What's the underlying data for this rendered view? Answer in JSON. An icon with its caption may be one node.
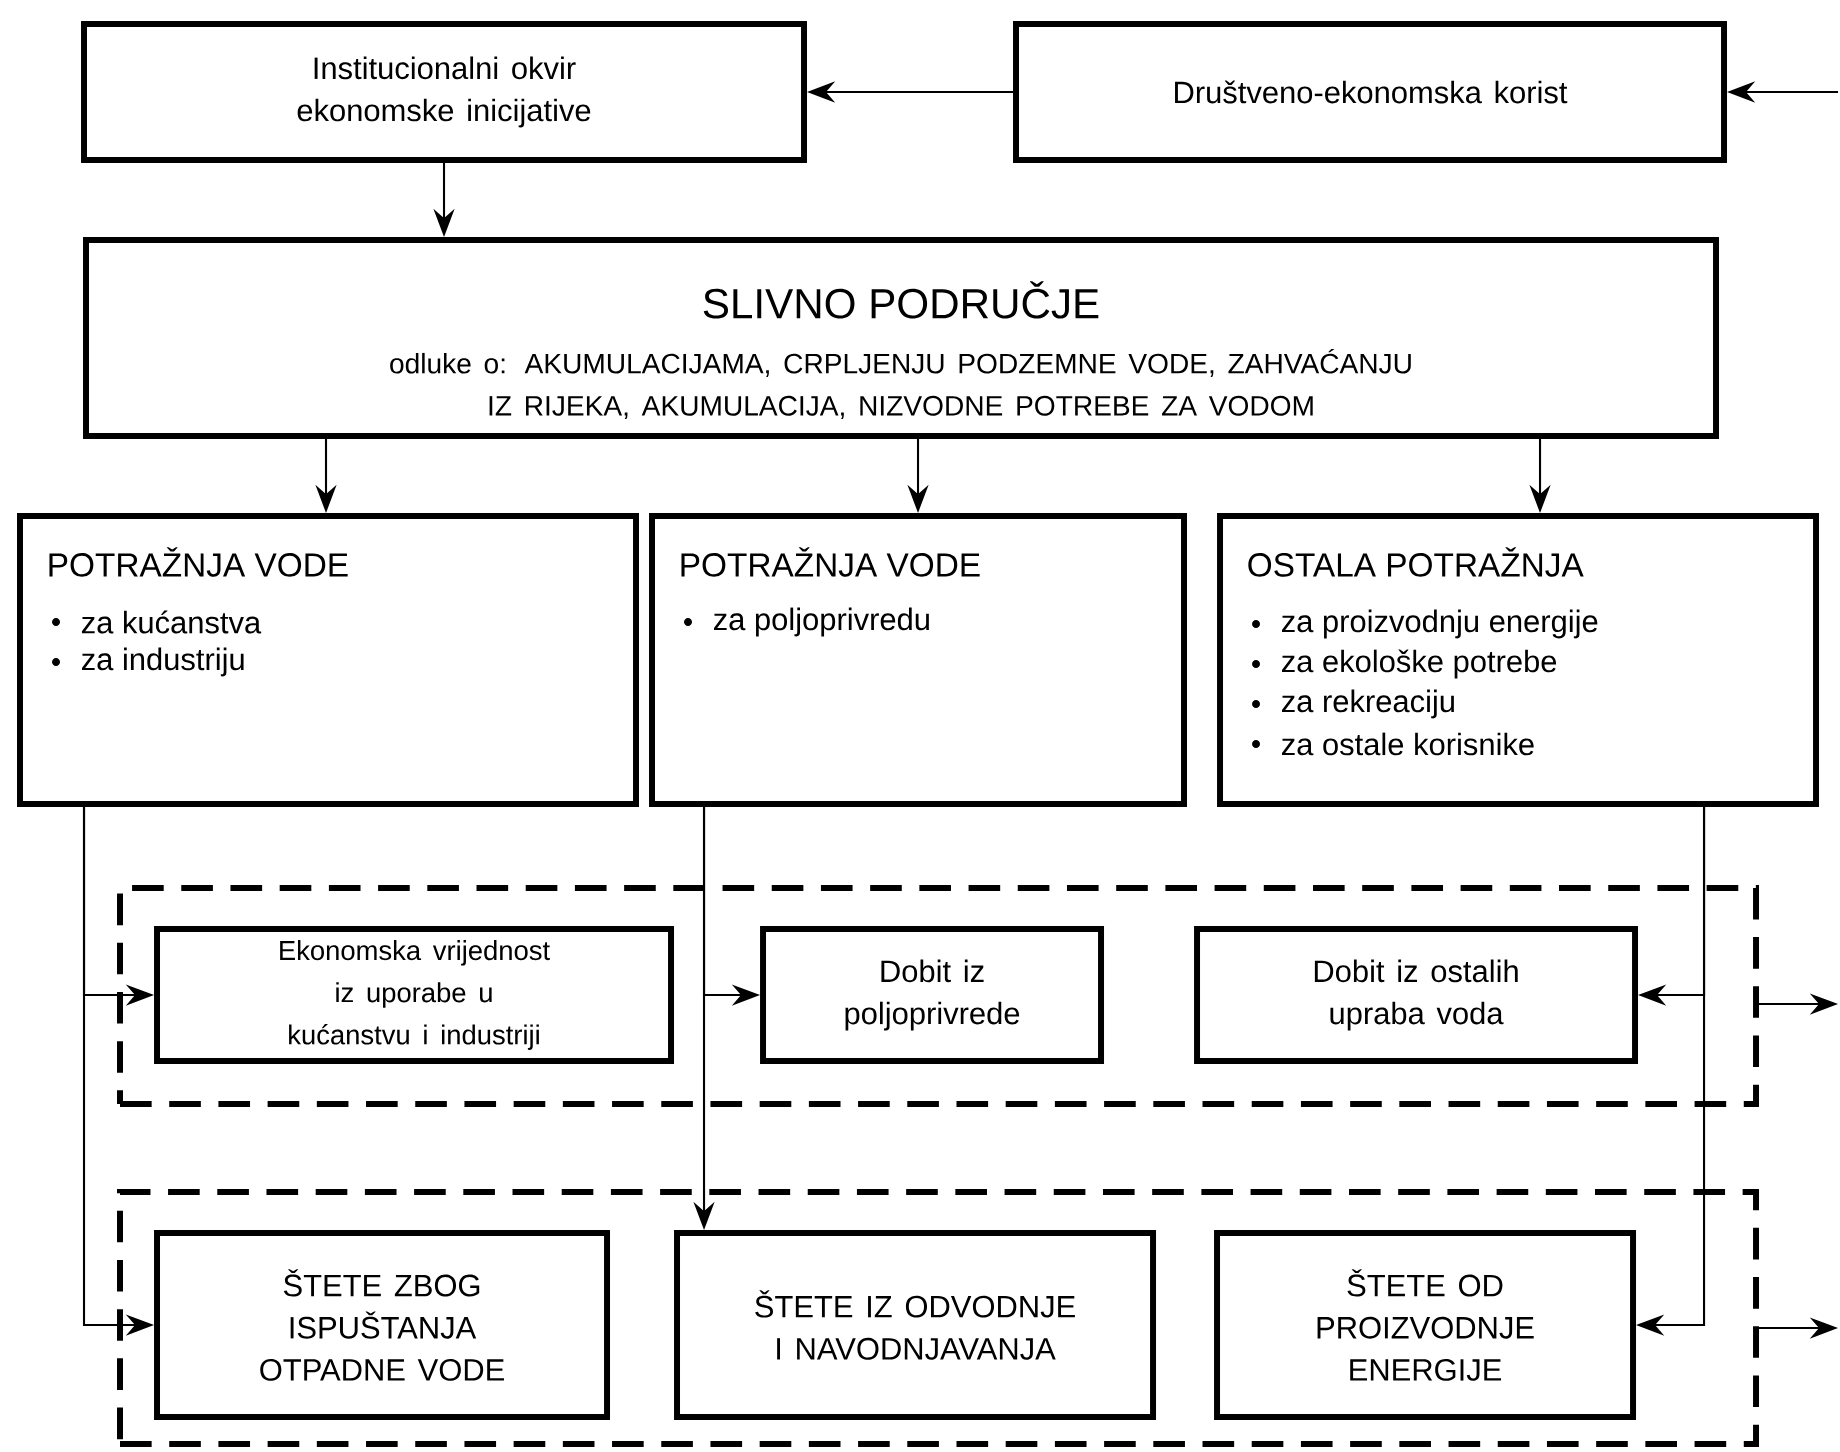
{
  "diagram": {
    "nodes": [
      {
        "text": [
          "Institucionalni okvir ekonomske inicijative"
        ]
      },
      {
        "text": [
          "Društveno-ekonomska korist"
        ]
      },
      {
        "text": [
          "SLIVNO PODRUČJE",
          "odluke o: AKUMULACIJAMA, CRPLJENJU PODZEMNE VODE, ZAHVAĆANJU IZ RIJEKA, AKUMULACIJA, NIZVODNE POTREBE ZA VODOM"
        ]
      },
      {
        "text": [
          "POTRAŽNJA VODE",
          "za kućanstva",
          "za industriju"
        ]
      },
      {
        "text": [
          "POTRAŽNJA VODE",
          "za poljoprivredu"
        ]
      },
      {
        "text": [
          "OSTALA POTRAŽNJA",
          "za proizvodnju energije",
          "za ekološke potrebe",
          "za rekreaciju",
          "za ostale korisnike"
        ]
      },
      {
        "text": [],
        "shape": "box"
      },
      {
        "text": [
          "Ekonomska vrijednost iz uporabe u kućanstvu i industriji"
        ],
        "in": 6
      },
      {
        "text": [
          "Dobit iz poljoprivrede"
        ],
        "in": 6
      },
      {
        "text": [
          "Dobit iz ostalih upraba voda"
        ],
        "in": 6
      },
      {
        "text": [],
        "shape": "box"
      },
      {
        "text": [
          "ŠTETE ZBOG ISPUŠTANJA OTPADNE VODE"
        ],
        "in": 10
      },
      {
        "text": [
          "ŠTETE IZ ODVODNJE I NAVODNJAVANJA"
        ],
        "in": 10
      },
      {
        "text": [
          "ŠTETE OD PROIZVODNJE ENERGIJE"
        ],
        "in": 10
      }
    ],
    "edges": [
      {
        "from": 1,
        "to": 0,
        "arrow": "to"
      },
      {
        "from": null,
        "to": 1,
        "arrow": "to"
      },
      {
        "from": 0,
        "to": 2,
        "arrow": "to"
      },
      {
        "from": 2,
        "to": 3,
        "arrow": "to"
      },
      {
        "from": 2,
        "to": 4,
        "arrow": "to"
      },
      {
        "from": 2,
        "to": 5,
        "arrow": "to"
      },
      {
        "from": 3,
        "to": 7,
        "arrow": "to"
      },
      {
        "from": 3,
        "to": 11,
        "arrow": "to"
      },
      {
        "from": 4,
        "to": 8,
        "arrow": "to"
      },
      {
        "from": 4,
        "to": 12,
        "arrow": "to"
      },
      {
        "from": 5,
        "to": 9,
        "arrow": "to"
      },
      {
        "from": 5,
        "to": 13,
        "arrow": "to"
      },
      {
        "from": 6,
        "to": null,
        "arrow": "to"
      },
      {
        "from": 10,
        "to": null,
        "arrow": "to"
      }
    ]
  }
}
